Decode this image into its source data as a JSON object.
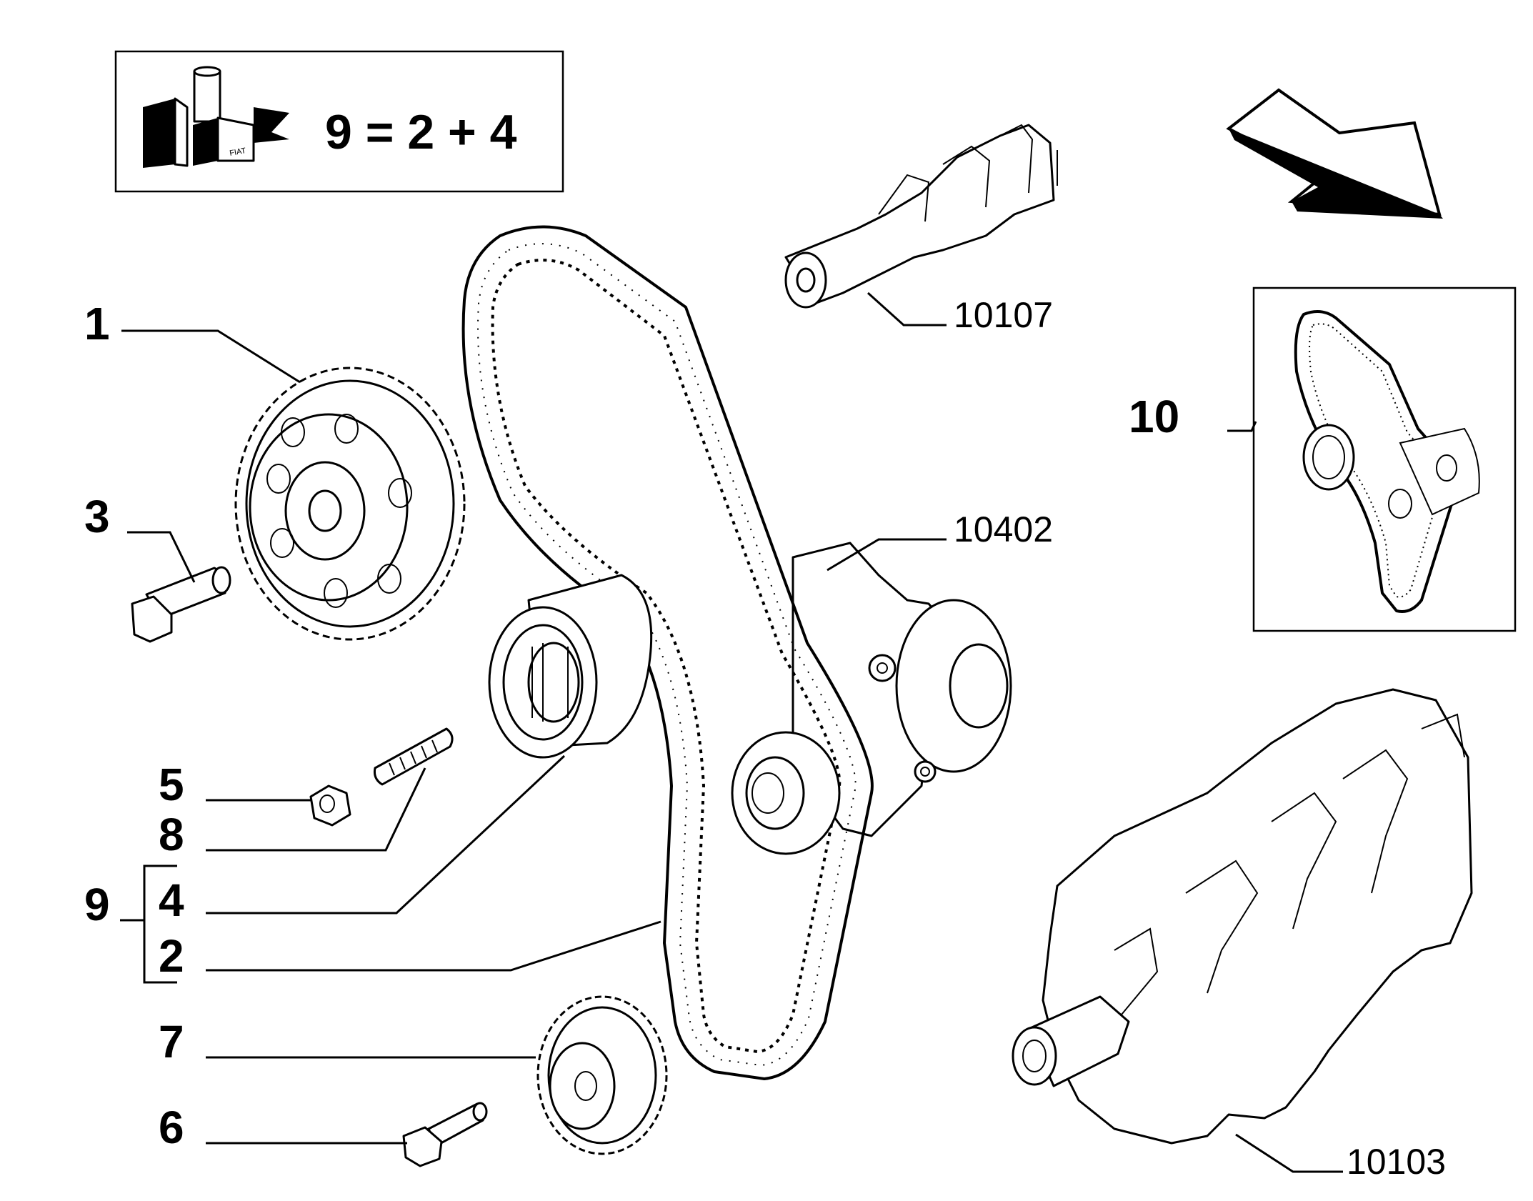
{
  "legend": {
    "formula": "9 = 2 + 4",
    "logo_text": "FIAT",
    "kit_icon": "kit-box-icon"
  },
  "callouts": {
    "item_1": "1",
    "item_3": "3",
    "item_5": "5",
    "item_8": "8",
    "item_9": "9",
    "item_4": "4",
    "item_2": "2",
    "item_7": "7",
    "item_6": "6",
    "item_10": "10"
  },
  "references": {
    "camshaft": "10107",
    "belt_cover": "10402",
    "crankshaft": "10103"
  },
  "direction_arrow": "engine-front-arrow-icon"
}
